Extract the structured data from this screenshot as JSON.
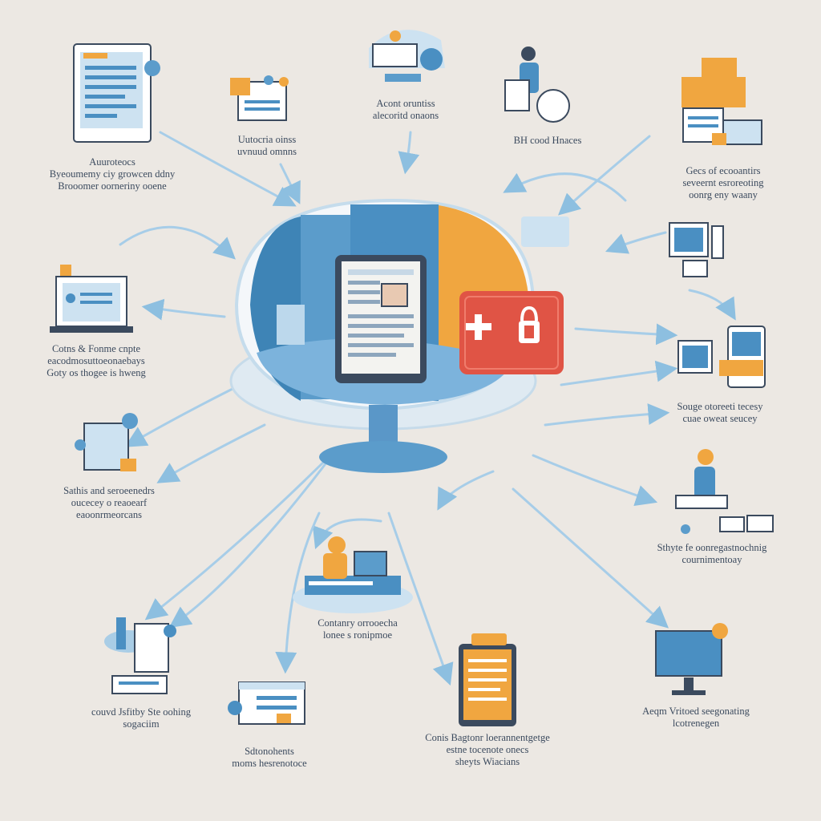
{
  "colors": {
    "background": "#ece8e3",
    "accent_blue": "#4f93c4",
    "light_blue": "#a9cde6",
    "orange": "#f0a640",
    "red": "#e05445",
    "ink": "#3b4a5e"
  },
  "center_icons": [
    "monitor-icon",
    "tablet-icon",
    "lock-icon",
    "plus-icon"
  ],
  "nodes": [
    {
      "id": "n1",
      "icon": "document-window-icon",
      "lines": [
        "Auuroteocs",
        "Byeoumemy ciy growcen ddny",
        "Brooomer oorneriny ooene"
      ]
    },
    {
      "id": "n2",
      "icon": "app-panel-icon",
      "lines": [
        "Uutocria oinss",
        "uvnuud omnns"
      ]
    },
    {
      "id": "n3",
      "icon": "worker-desk-icon",
      "lines": [
        "Acont oruntiss",
        "alecoritd onaons"
      ]
    },
    {
      "id": "n4",
      "icon": "person-globe-icon",
      "lines": [
        "BH cood Hnaces"
      ]
    },
    {
      "id": "n5",
      "icon": "server-stack-icon",
      "lines": [
        "Gecs of ecooantirs",
        "seveernt esroreoting",
        "oonrg eny waany"
      ]
    },
    {
      "id": "n6",
      "icon": "laptop-icon",
      "lines": [
        "Cotns & Fonme cnpte",
        "eacodmosuttoeonaebays",
        "Goty os thogee is hweng"
      ]
    },
    {
      "id": "n7",
      "icon": "desktop-icon",
      "lines": []
    },
    {
      "id": "n8",
      "icon": "tablet-chart-icon",
      "lines": [
        "Souge otoreeti tecesy",
        "cuae oweat seucey"
      ]
    },
    {
      "id": "n9",
      "icon": "folder-icon",
      "lines": [
        "Sathis and seroeenedrs",
        "oucecey o reaoearf",
        "eaoonrmeorcans"
      ]
    },
    {
      "id": "n10",
      "icon": "technician-icon",
      "lines": [
        "Sthyte fe oonregastnochnig",
        "cournimentoay"
      ]
    },
    {
      "id": "n11",
      "icon": "operator-icon",
      "lines": [
        "Contanry orrooecha",
        "lonee s ronipmoe"
      ]
    },
    {
      "id": "n12",
      "icon": "lab-equipment-icon",
      "lines": [
        "couvd Jsfitby Ste oohing",
        "sogaciim"
      ]
    },
    {
      "id": "n13",
      "icon": "browser-window-icon",
      "lines": [
        "Sdtonohents",
        "moms hesrenotoce"
      ]
    },
    {
      "id": "n14",
      "icon": "phone-icon",
      "lines": [
        "Conis Bagtonr loerannentgetge",
        "estne tocenote onecs",
        "sheyts Wiacians"
      ]
    },
    {
      "id": "n15",
      "icon": "monitor-gear-icon",
      "lines": [
        "Aeqm Vritoed seegonating",
        "lcotrenegen"
      ]
    }
  ]
}
